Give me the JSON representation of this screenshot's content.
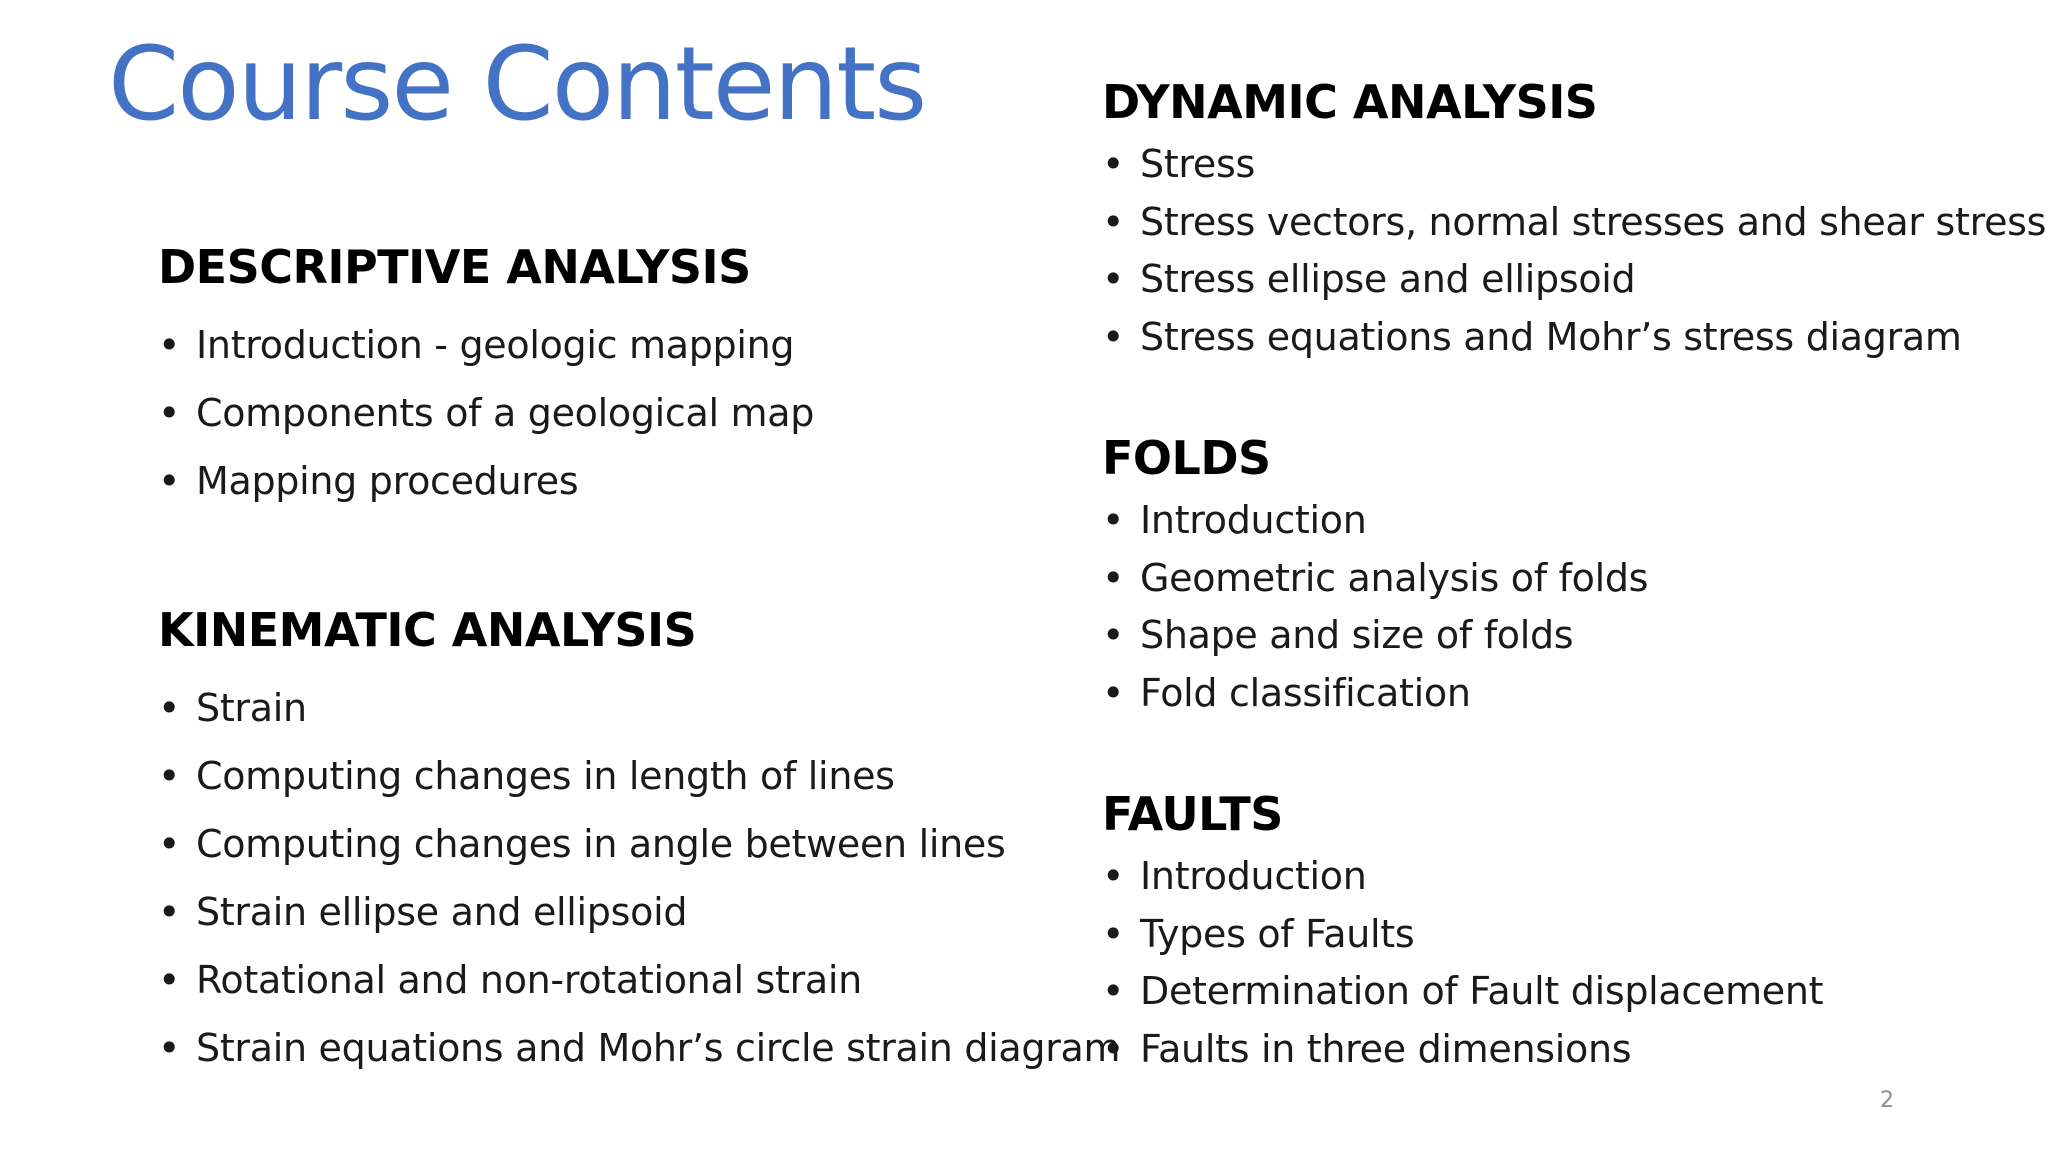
{
  "slide": {
    "title": "Course Contents",
    "page_number": "2"
  },
  "bullet_glyph": "•",
  "colors": {
    "title": "#4472C4",
    "heading": "#000000",
    "body": "#1a1a1a",
    "page_number": "#8c8c8c",
    "background": "#ffffff"
  },
  "sections": {
    "descriptive": {
      "heading": "DESCRIPTIVE ANALYSIS",
      "items": [
        "Introduction - geologic mapping",
        "Components of a geological map",
        "Mapping procedures"
      ]
    },
    "kinematic": {
      "heading": "KINEMATIC ANALYSIS",
      "items": [
        "Strain",
        "Computing changes in length of lines",
        "Computing changes in angle between lines",
        "Strain ellipse and ellipsoid",
        "Rotational and non-rotational strain",
        "Strain equations and Mohr’s circle strain diagram"
      ]
    },
    "dynamic": {
      "heading": "DYNAMIC ANALYSIS",
      "items": [
        "Stress",
        "Stress vectors, normal stresses and shear stresses",
        "Stress ellipse and ellipsoid",
        "Stress equations and Mohr’s stress diagram"
      ]
    },
    "folds": {
      "heading": "FOLDS",
      "items": [
        "Introduction",
        "Geometric analysis of folds",
        "Shape and size of folds",
        "Fold classification"
      ]
    },
    "faults": {
      "heading": "FAULTS",
      "items": [
        "Introduction",
        "Types of Faults",
        "Determination of Fault displacement",
        "Faults in three dimensions"
      ]
    }
  }
}
